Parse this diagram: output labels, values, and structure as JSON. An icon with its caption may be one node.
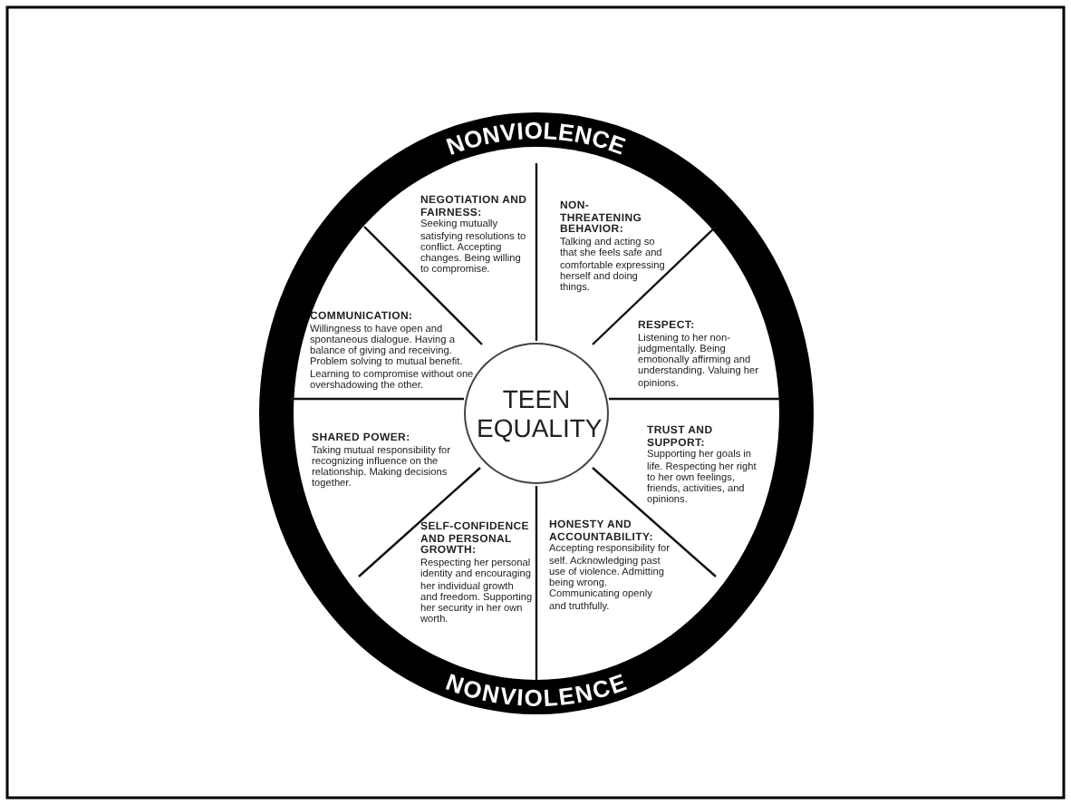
{
  "diagram": {
    "nodes": [
      {
        "text": [
          "NONVIOLENCE",
          "NONVIOLENCE"
        ]
      },
      {
        "text": [
          "NEGOTIATION AND FAIRNESS:",
          "Seeking mutually satisfying resolutions to conflict. Accepting changes. Being willing to compromise."
        ],
        "in": 0
      },
      {
        "text": [
          "NON-THREATENING BEHAVIOR:",
          "Talking and acting so that she feels safe and comfortable expressing herself and doing things."
        ],
        "in": 0
      },
      {
        "text": [
          "COMMUNICATION:",
          "Willingness to have open and spontaneous dialogue. Having a balance of giving and receiving. Problem solving to mutual benefit. Learning to compromise without one overshadowing the other."
        ],
        "in": 0
      },
      {
        "text": [
          "RESPECT:",
          "Listening to her non-judgmentally. Being emotionally affirming and understanding. Valuing her opinions."
        ],
        "in": 0
      },
      {
        "text": [
          "TEEN EQUALITY"
        ],
        "in": 0
      },
      {
        "text": [
          "SHARED POWER:",
          "Taking mutual responsibility for recognizing influence on the relationship. Making decisions together."
        ],
        "in": 0
      },
      {
        "text": [
          "TRUST AND SUPPORT:",
          "Supporting her goals in life. Respecting her right to her own feelings, friends, activities, and opinions."
        ],
        "in": 0
      },
      {
        "text": [
          "SELF-CONFIDENCE AND PERSONAL GROWTH:",
          "Respecting her personal identity and encouraging her individual growth and freedom. Supporting her security in her own worth."
        ],
        "in": 0
      },
      {
        "text": [
          "HONESTY AND ACCOUNTABILITY:",
          "Accepting responsibility for self. Acknowledging past use of violence. Admitting being wrong. Communicating openly and truthfully."
        ],
        "in": 0
      }
    ]
  }
}
